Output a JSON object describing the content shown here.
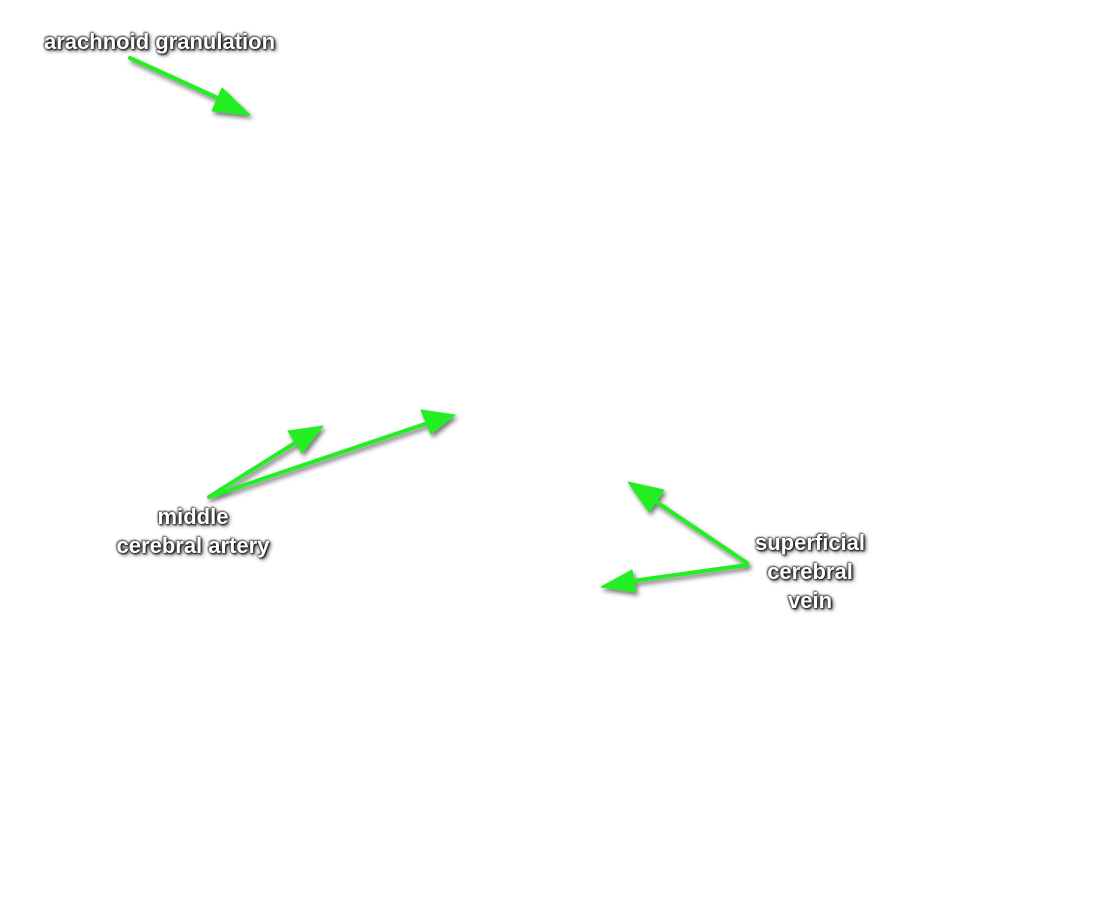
{
  "colors": {
    "background": "#ffffff",
    "arrow": "#22ee22",
    "label_text": "#ffffff",
    "label_shadow": "#000000"
  },
  "labels": {
    "arachnoid_granulation": "arachnoid granulation",
    "middle_cerebral_artery": [
      "middle",
      "cerebral artery"
    ],
    "superficial_cerebral_vein": [
      "superficial",
      "cerebral",
      "vein"
    ]
  }
}
